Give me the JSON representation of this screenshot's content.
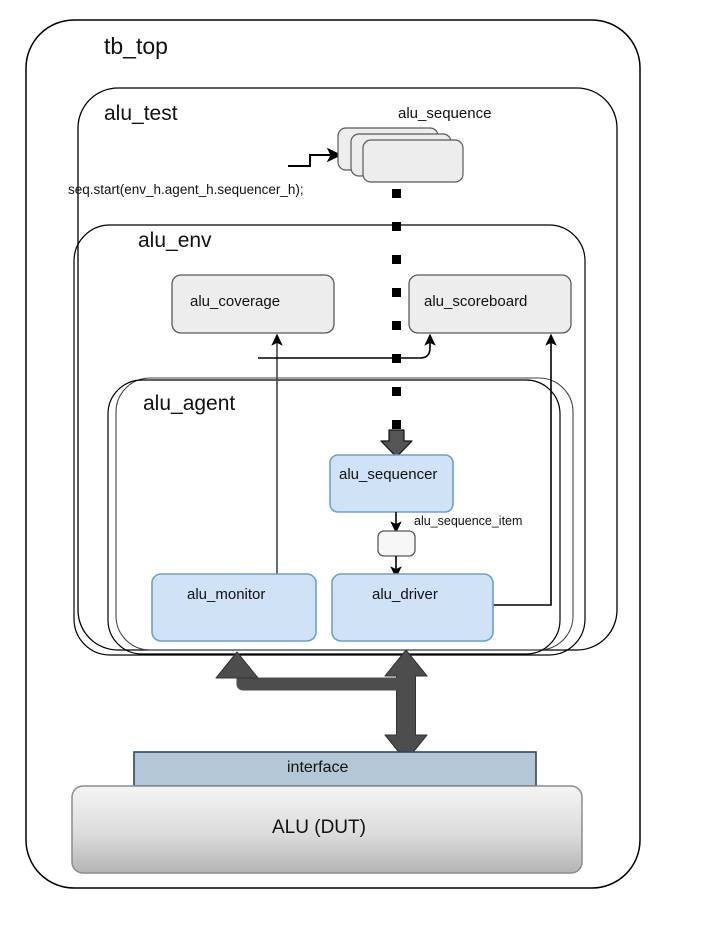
{
  "diagram": {
    "title": "tb_top",
    "type": "uvm-testbench-architecture",
    "containers": [
      {
        "id": "tb_top",
        "label": "tb_top"
      },
      {
        "id": "alu_test",
        "label": "alu_test"
      },
      {
        "id": "alu_env",
        "label": "alu_env"
      },
      {
        "id": "alu_agent",
        "label": "alu_agent"
      }
    ],
    "components": [
      {
        "id": "alu_sequence",
        "label": "alu_sequence",
        "style": "stack-gray"
      },
      {
        "id": "alu_coverage",
        "label": "alu_coverage",
        "style": "gray"
      },
      {
        "id": "alu_scoreboard",
        "label": "alu_scoreboard",
        "style": "gray"
      },
      {
        "id": "alu_sequencer",
        "label": "alu_sequencer",
        "style": "blue"
      },
      {
        "id": "alu_monitor",
        "label": "alu_monitor",
        "style": "blue"
      },
      {
        "id": "alu_driver",
        "label": "alu_driver",
        "style": "blue"
      },
      {
        "id": "alu_sequence_item",
        "label": "alu_sequence_item",
        "style": "small-gray"
      },
      {
        "id": "interface",
        "label": "interface",
        "style": "steel"
      },
      {
        "id": "dut",
        "label": "ALU (DUT)",
        "style": "gradient-gray"
      }
    ],
    "code_annotation": "seq.start(env_h.agent_h.sequencer_h);",
    "item_annotation": "alu_sequence_item",
    "colors": {
      "blue_fill": "#cfe2f6",
      "blue_stroke": "#6c9fd0",
      "gray_fill": "#ededed",
      "gray_stroke": "#595959",
      "steel_fill": "#b4c7d6",
      "steel_stroke": "#2d4a62",
      "dut_top": "#f4f4f4",
      "dut_bottom": "#b5b5b5",
      "arrow_dark": "#555555",
      "line": "#000000"
    }
  }
}
